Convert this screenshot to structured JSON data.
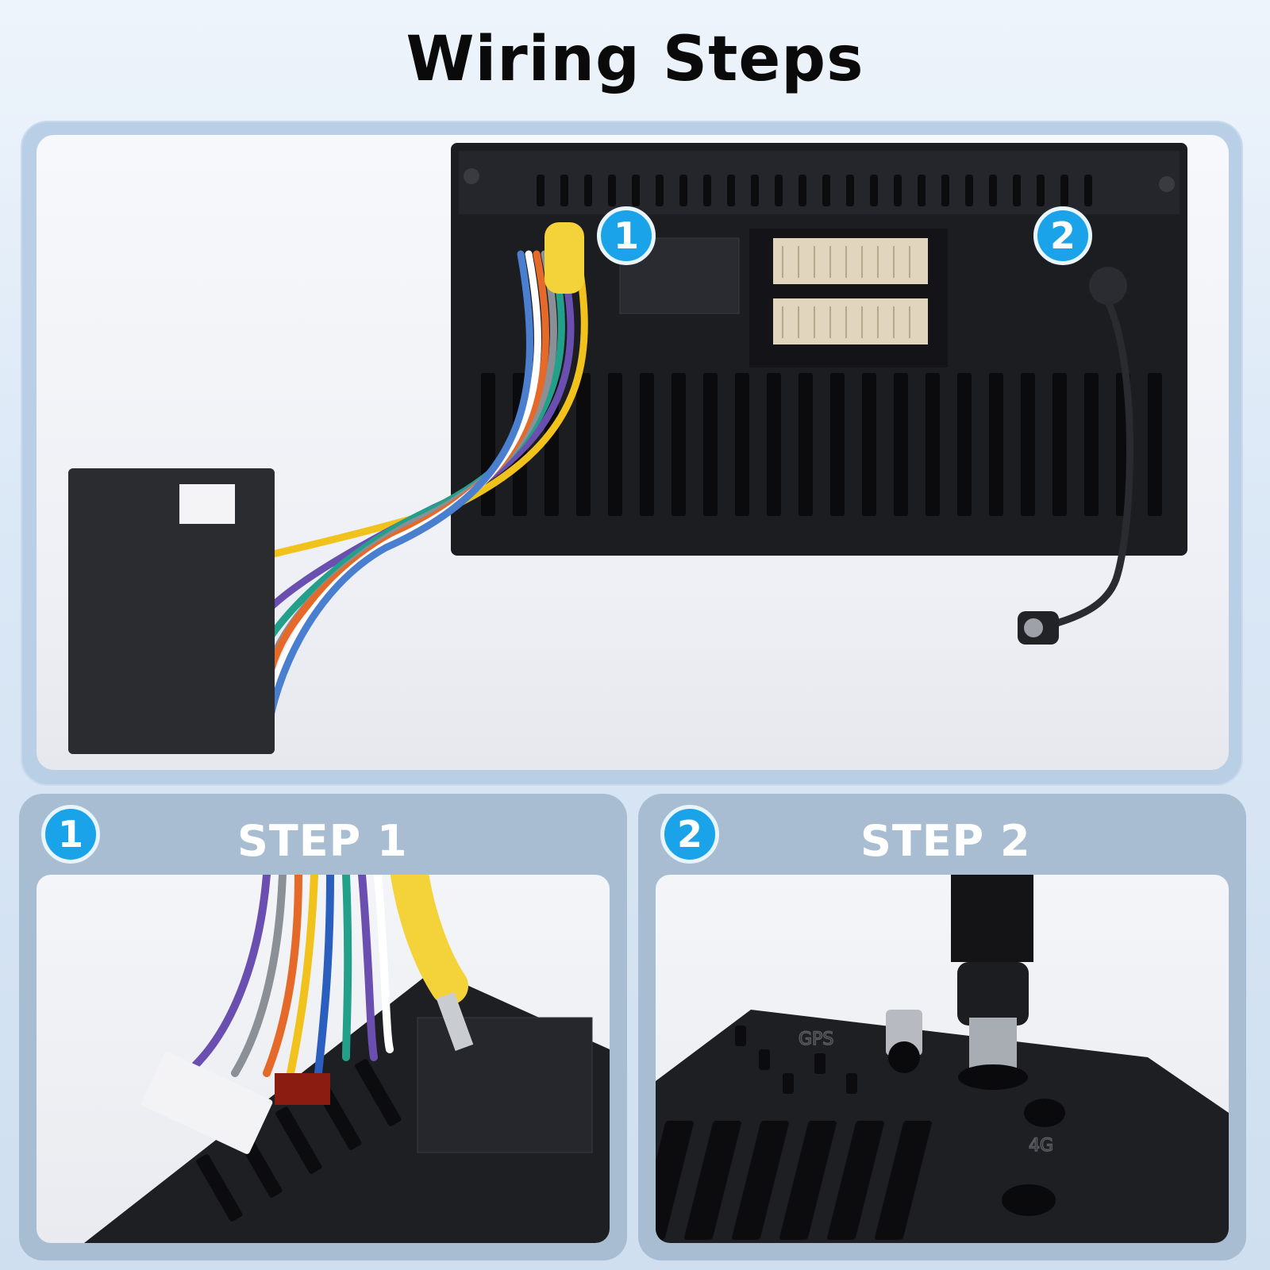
{
  "title": "Wiring Steps",
  "overview": {
    "badge_1": "1",
    "badge_2": "2"
  },
  "steps": [
    {
      "badge": "1",
      "label": "STEP 1"
    },
    {
      "badge": "2",
      "label": "STEP 2"
    }
  ],
  "device_markings": {
    "gps_port": "GPS",
    "fourg_port": "4G"
  },
  "colors": {
    "accent": "#1aa3e8",
    "panel": "#a9bdd2",
    "frame": "#b9cfe6"
  }
}
